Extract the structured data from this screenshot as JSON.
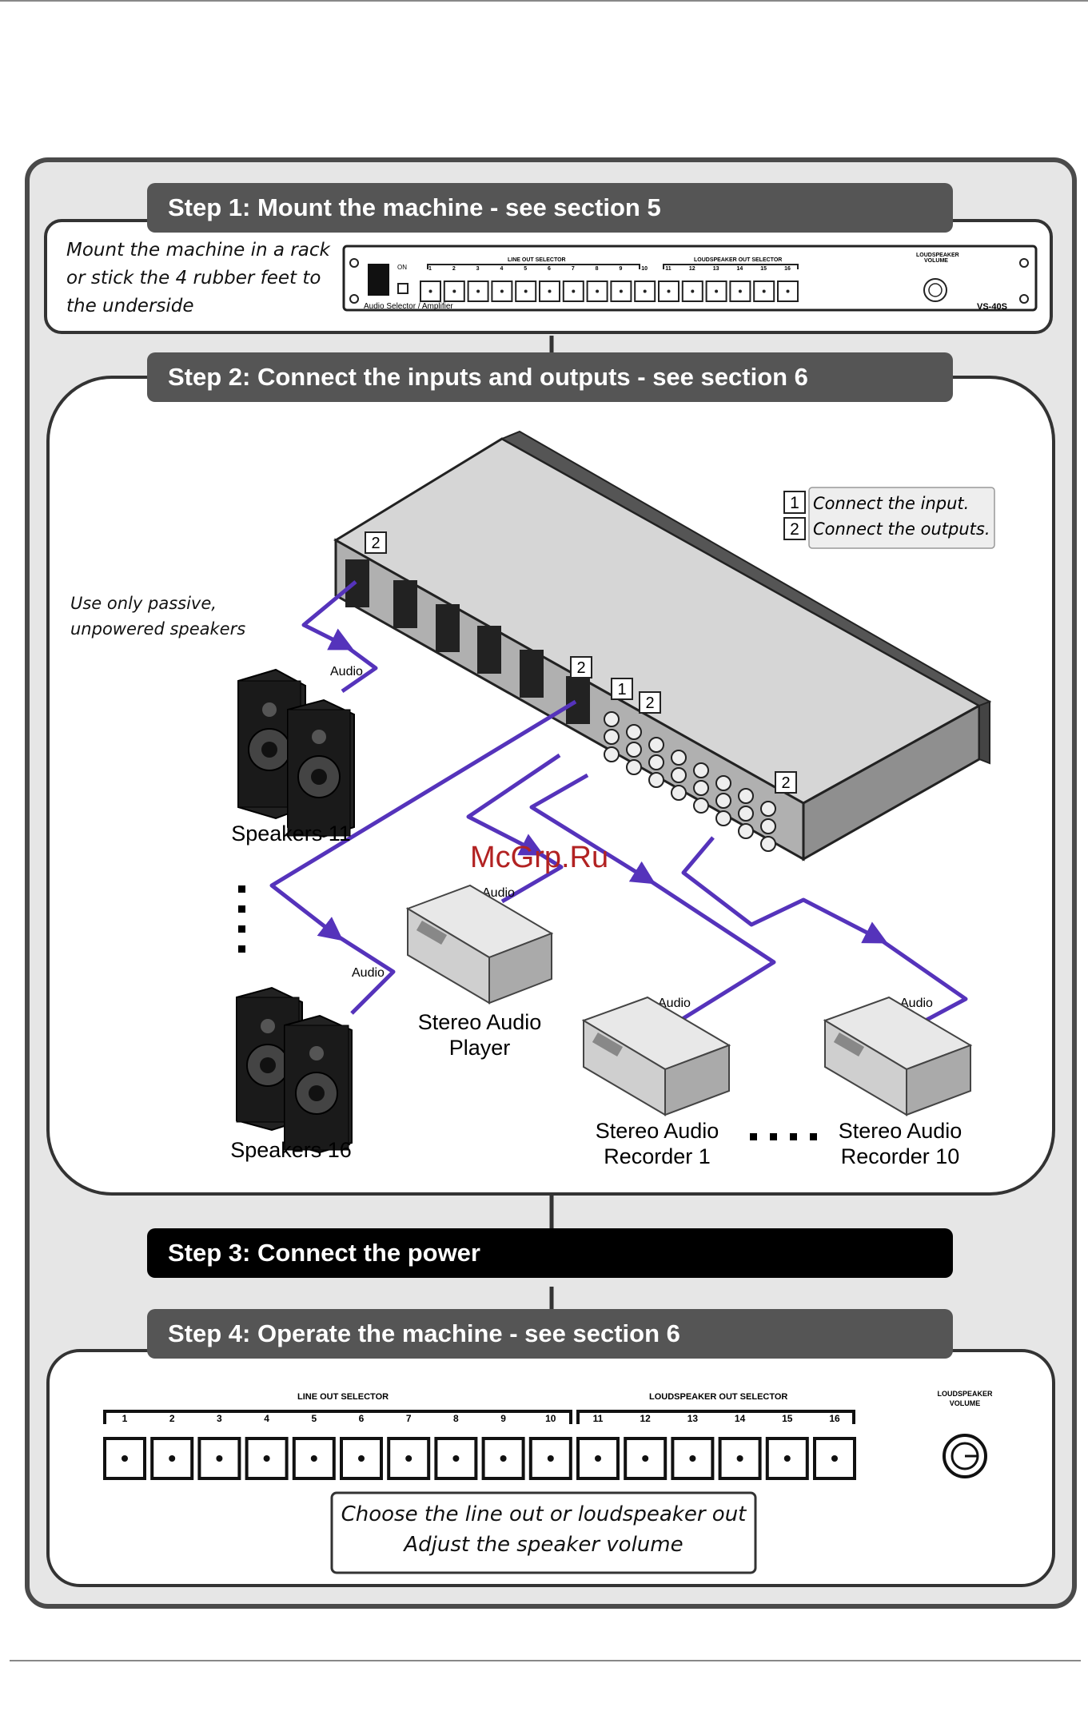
{
  "steps": [
    {
      "title": "Step 1: Mount the machine - see section 5"
    },
    {
      "title": "Step 2: Connect the inputs and outputs - see section 6"
    },
    {
      "title": "Step 3: Connect the power"
    },
    {
      "title": "Step 4: Operate the machine - see section 6"
    }
  ],
  "step1": {
    "text_lines": [
      "Mount the machine in a rack",
      "or stick the 4 rubber feet to",
      "the underside"
    ],
    "panel": {
      "on_label": "ON",
      "line_out_label": "LINE OUT SELECTOR",
      "loudspeaker_out_label": "LOUDSPEAKER OUT SELECTOR",
      "volume_label": "LOUDSPEAKER VOLUME",
      "product_label": "Audio Selector / Amplifier",
      "model": "VS-40S",
      "button_numbers": [
        "1",
        "2",
        "3",
        "4",
        "5",
        "6",
        "7",
        "8",
        "9",
        "10",
        "11",
        "12",
        "13",
        "14",
        "15",
        "16"
      ]
    }
  },
  "step2": {
    "legend": [
      {
        "num": "1",
        "text": "Connect the input."
      },
      {
        "num": "2",
        "text": "Connect the outputs."
      }
    ],
    "note_lines": [
      "Use only passive,",
      "unpowered speakers"
    ],
    "callouts": [
      "2",
      "2",
      "1",
      "2",
      "2"
    ],
    "audio_label": "Audio",
    "devices": {
      "speakers_11": "Speakers 11",
      "speakers_16": "Speakers 16",
      "player_line1": "Stereo Audio",
      "player_line2": "Player",
      "rec1_line1": "Stereo Audio",
      "rec1_line2": "Recorder 1",
      "rec10_line1": "Stereo Audio",
      "rec10_line2": "Recorder 10"
    },
    "watermark": "McGrp.Ru"
  },
  "step4": {
    "line_out_label": "LINE OUT SELECTOR",
    "loudspeaker_out_label": "LOUDSPEAKER OUT SELECTOR",
    "volume_label_1": "LOUDSPEAKER",
    "volume_label_2": "VOLUME",
    "button_numbers": [
      "1",
      "2",
      "3",
      "4",
      "5",
      "6",
      "7",
      "8",
      "9",
      "10",
      "11",
      "12",
      "13",
      "14",
      "15",
      "16"
    ],
    "instructions": [
      "Choose the line out or loudspeaker out",
      "Adjust the speaker volume"
    ]
  },
  "colors": {
    "frame_bg": "#e6e6e6",
    "step_title_bg": "#555555",
    "step3_title_bg": "#000000",
    "cable": "#5533bb"
  }
}
